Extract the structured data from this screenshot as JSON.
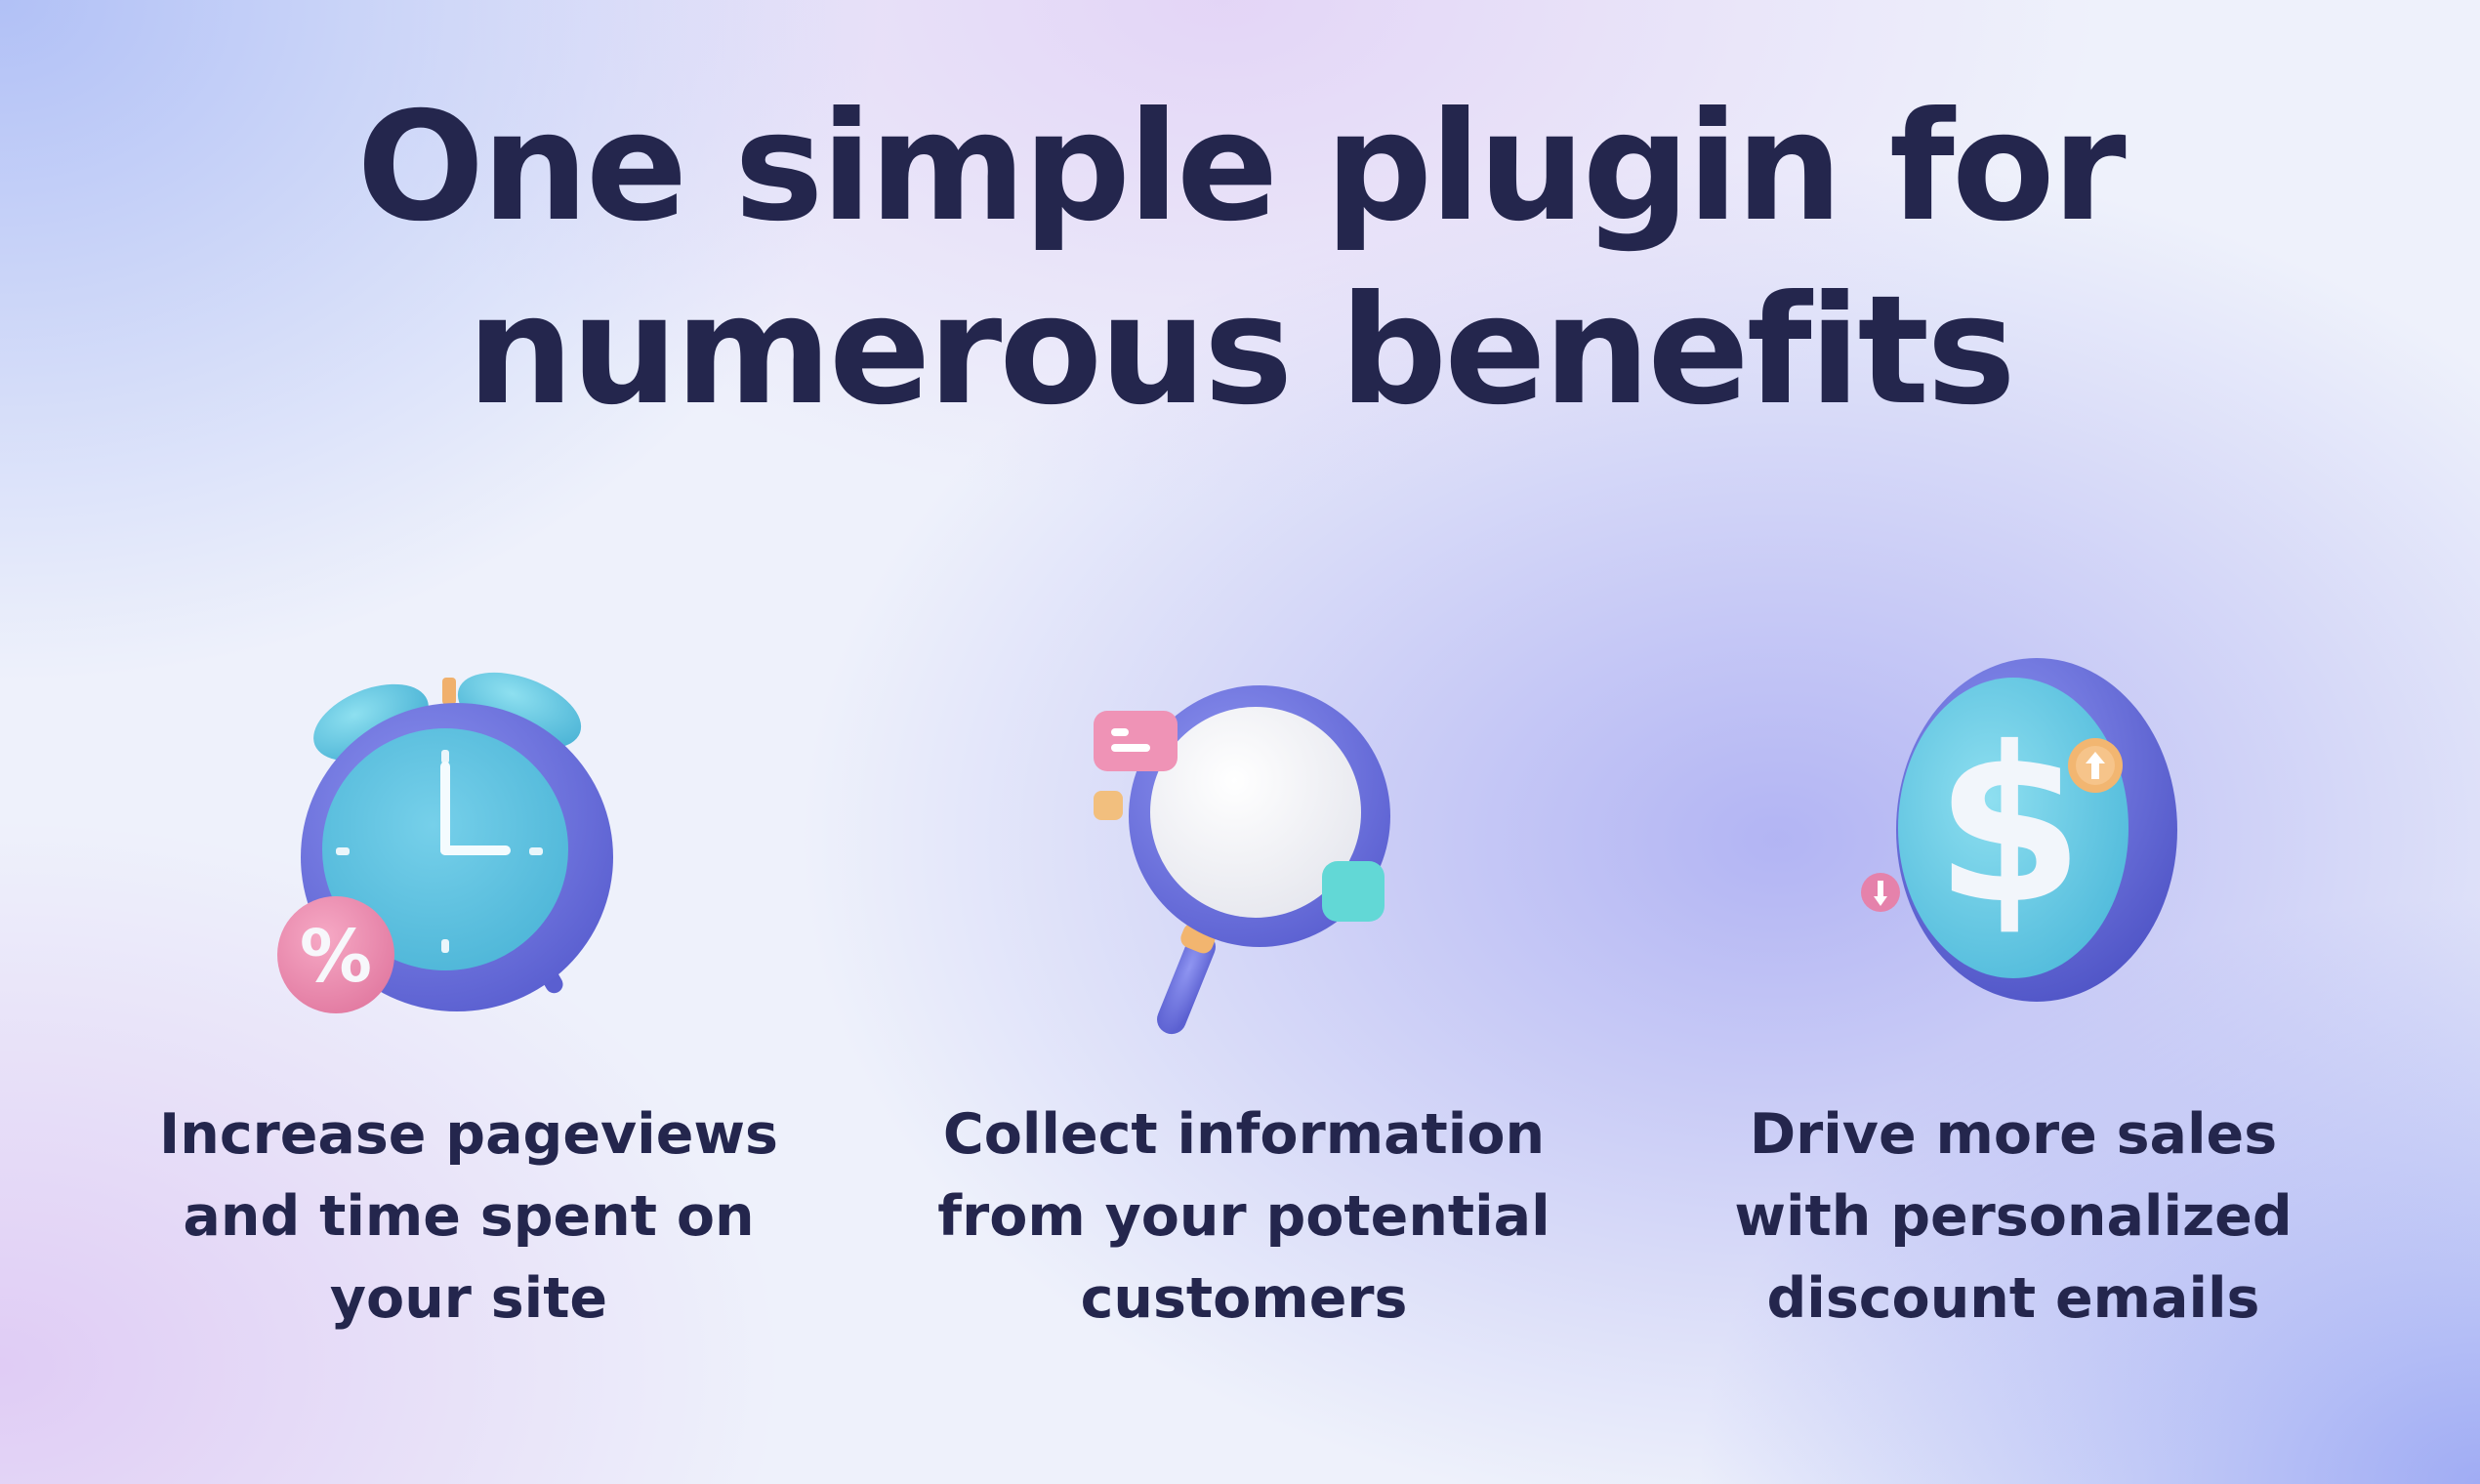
{
  "headline": {
    "line1": "One simple plugin for",
    "line2": "numerous benefits"
  },
  "features": [
    {
      "icon": "alarm-clock-percent-icon",
      "lines": [
        "Increase pageviews",
        "and time spent on",
        "your site"
      ],
      "badge": "%"
    },
    {
      "icon": "magnifying-glass-icon",
      "lines": [
        "Collect information",
        "from your potential",
        "customers"
      ]
    },
    {
      "icon": "dollar-coin-icon",
      "lines": [
        "Drive more sales",
        "with personalized",
        "discount emails"
      ],
      "badge": "$"
    }
  ],
  "colors": {
    "text": "#24264d",
    "purple": "#6c72de",
    "teal": "#5fc6e0",
    "pink": "#ec8fb1",
    "orange": "#f4b774"
  }
}
